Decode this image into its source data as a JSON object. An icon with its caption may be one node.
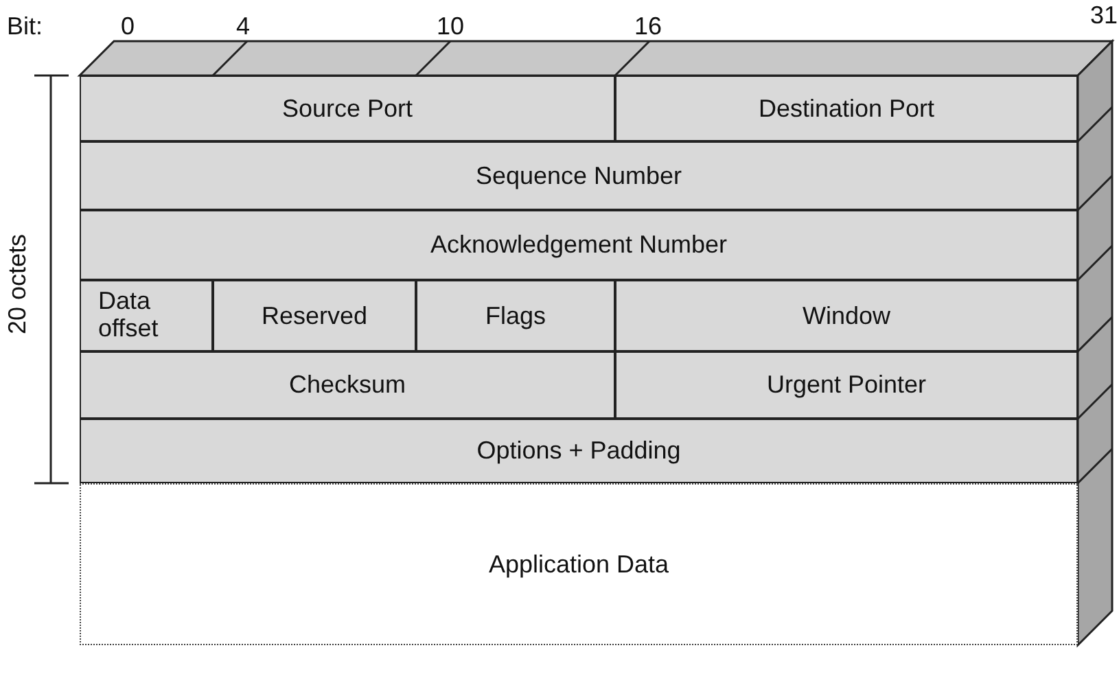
{
  "diagram": {
    "nodes": [
      {
        "text": [
          "Source Port"
        ]
      },
      {
        "text": [
          "Destination Port"
        ]
      },
      {
        "text": [
          "Sequence Number"
        ]
      },
      {
        "text": [
          "Acknowledgement Number"
        ]
      },
      {
        "text": [
          "Data offset"
        ]
      },
      {
        "text": [
          "Reserved"
        ]
      },
      {
        "text": [
          "Flags"
        ]
      },
      {
        "text": [
          "Window"
        ]
      },
      {
        "text": [
          "Checksum"
        ]
      },
      {
        "text": [
          "Urgent Pointer"
        ]
      },
      {
        "text": [
          "Options + Padding"
        ]
      },
      {
        "text": [
          "Application Data"
        ]
      }
    ],
    "labels": [
      "Bit:",
      "0",
      "4",
      "10",
      "16",
      "31",
      "20 octets"
    ]
  }
}
